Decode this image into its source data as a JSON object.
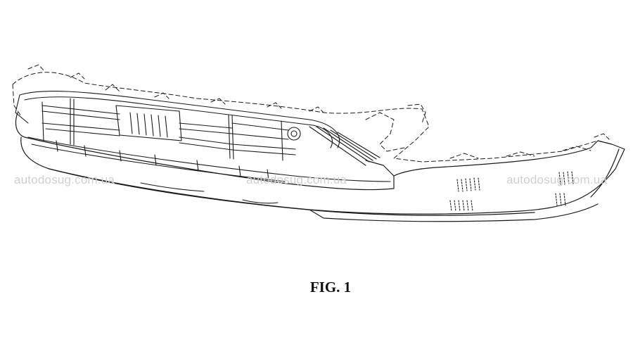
{
  "figure": {
    "label": "FIG. 1"
  },
  "watermarks": {
    "left": "autodosug.com.ua",
    "center": "autodosug.com.ua",
    "right": "autodosug.com.ua"
  },
  "drawing": {
    "subject": "bumper-grille-assembly",
    "style": "patent-line-drawing",
    "colors": {
      "line": "#1a1a1a",
      "background": "#ffffff",
      "watermark": "#cfcfcf"
    }
  }
}
